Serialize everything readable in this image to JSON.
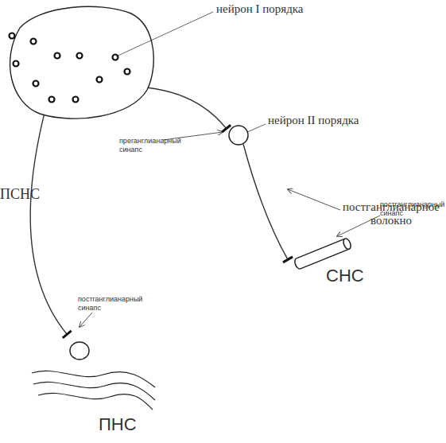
{
  "diagram": {
    "nodes": [
      {
        "text": [
          "нейрон I порядка"
        ]
      },
      {
        "text": [
          "нейрон II порядка"
        ]
      },
      {
        "text": [
          "СНС"
        ]
      },
      {
        "text": [
          "ПНС"
        ]
      }
    ],
    "edges": [
      {
        "from": 0,
        "to": 1,
        "arrow": "none"
      },
      {
        "from": 1,
        "to": 2,
        "label": "постганглианарное волокно",
        "arrow": "none"
      },
      {
        "from": 0,
        "to": 3,
        "label": "ПСНС",
        "arrow": "none"
      }
    ],
    "labels": [
      "преганглианарный синапс",
      "постганглианарный синапс",
      "постганглианарный синапс"
    ]
  }
}
